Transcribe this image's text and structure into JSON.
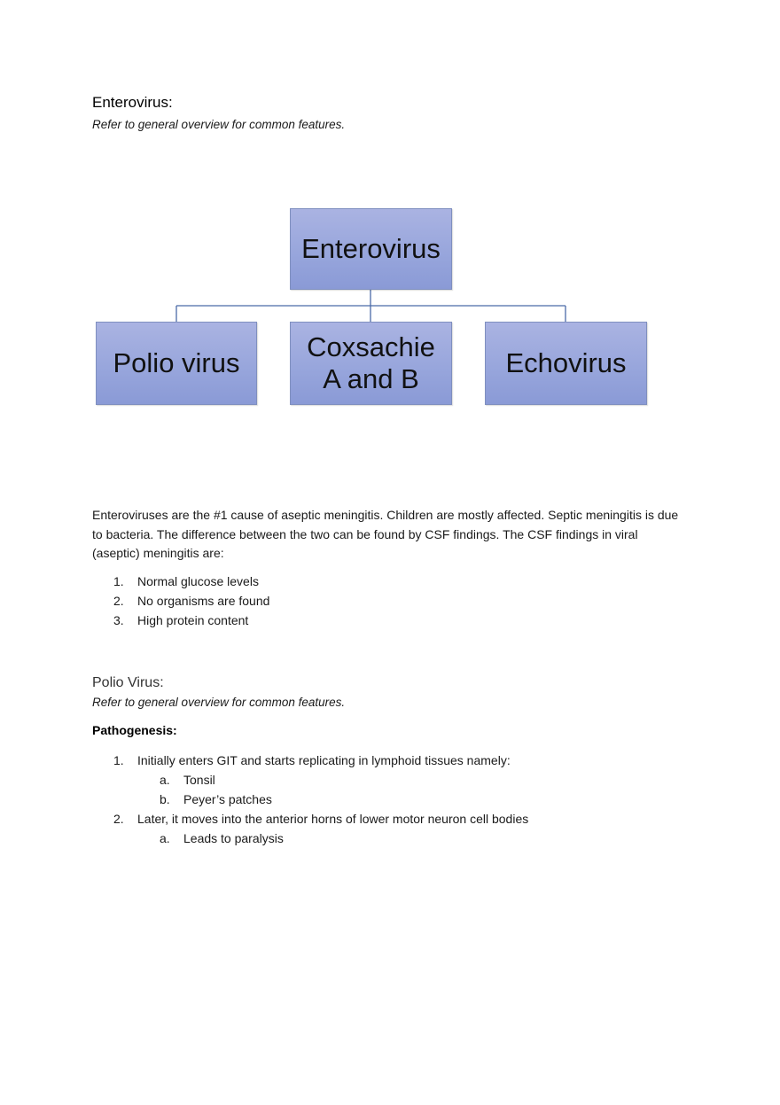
{
  "heading": "Enterovirus:",
  "intro_note": "Refer to general overview for common features.",
  "diagram": {
    "root": "Enterovirus",
    "children": [
      "Polio virus",
      "Coxsachie\nA and B",
      "Echovirus"
    ]
  },
  "paragraph": "Enteroviruses are the #1 cause of aseptic meningitis. Children are mostly affected. Septic meningitis is due to bacteria. The difference between the two can be found by CSF findings. The CSF findings in viral (aseptic) meningitis are:",
  "csf_findings": [
    {
      "num": "1.",
      "text": "Normal glucose levels"
    },
    {
      "num": "2.",
      "text": "No organisms are found"
    },
    {
      "num": "3.",
      "text": "High protein content"
    }
  ],
  "polio": {
    "heading": "Polio Virus:",
    "note": "Refer to general overview for common features.",
    "pathogenesis_label": "Pathogenesis:",
    "items": [
      {
        "num": "1.",
        "text": "Initially enters GIT and starts replicating in lymphoid tissues namely:",
        "level": 1
      },
      {
        "num": "a.",
        "text": "Tonsil",
        "level": 2
      },
      {
        "num": "b.",
        "text": "Peyer’s patches",
        "level": 2
      },
      {
        "num": "2.",
        "text": "Later, it moves into the anterior horns of lower motor neuron cell bodies",
        "level": 1
      },
      {
        "num": "a.",
        "text": "Leads to paralysis",
        "level": 2
      }
    ]
  },
  "colors": {
    "box_fill": "#98a6dc",
    "box_border": "#7f8fbf",
    "connector": "#4a6aa8"
  }
}
